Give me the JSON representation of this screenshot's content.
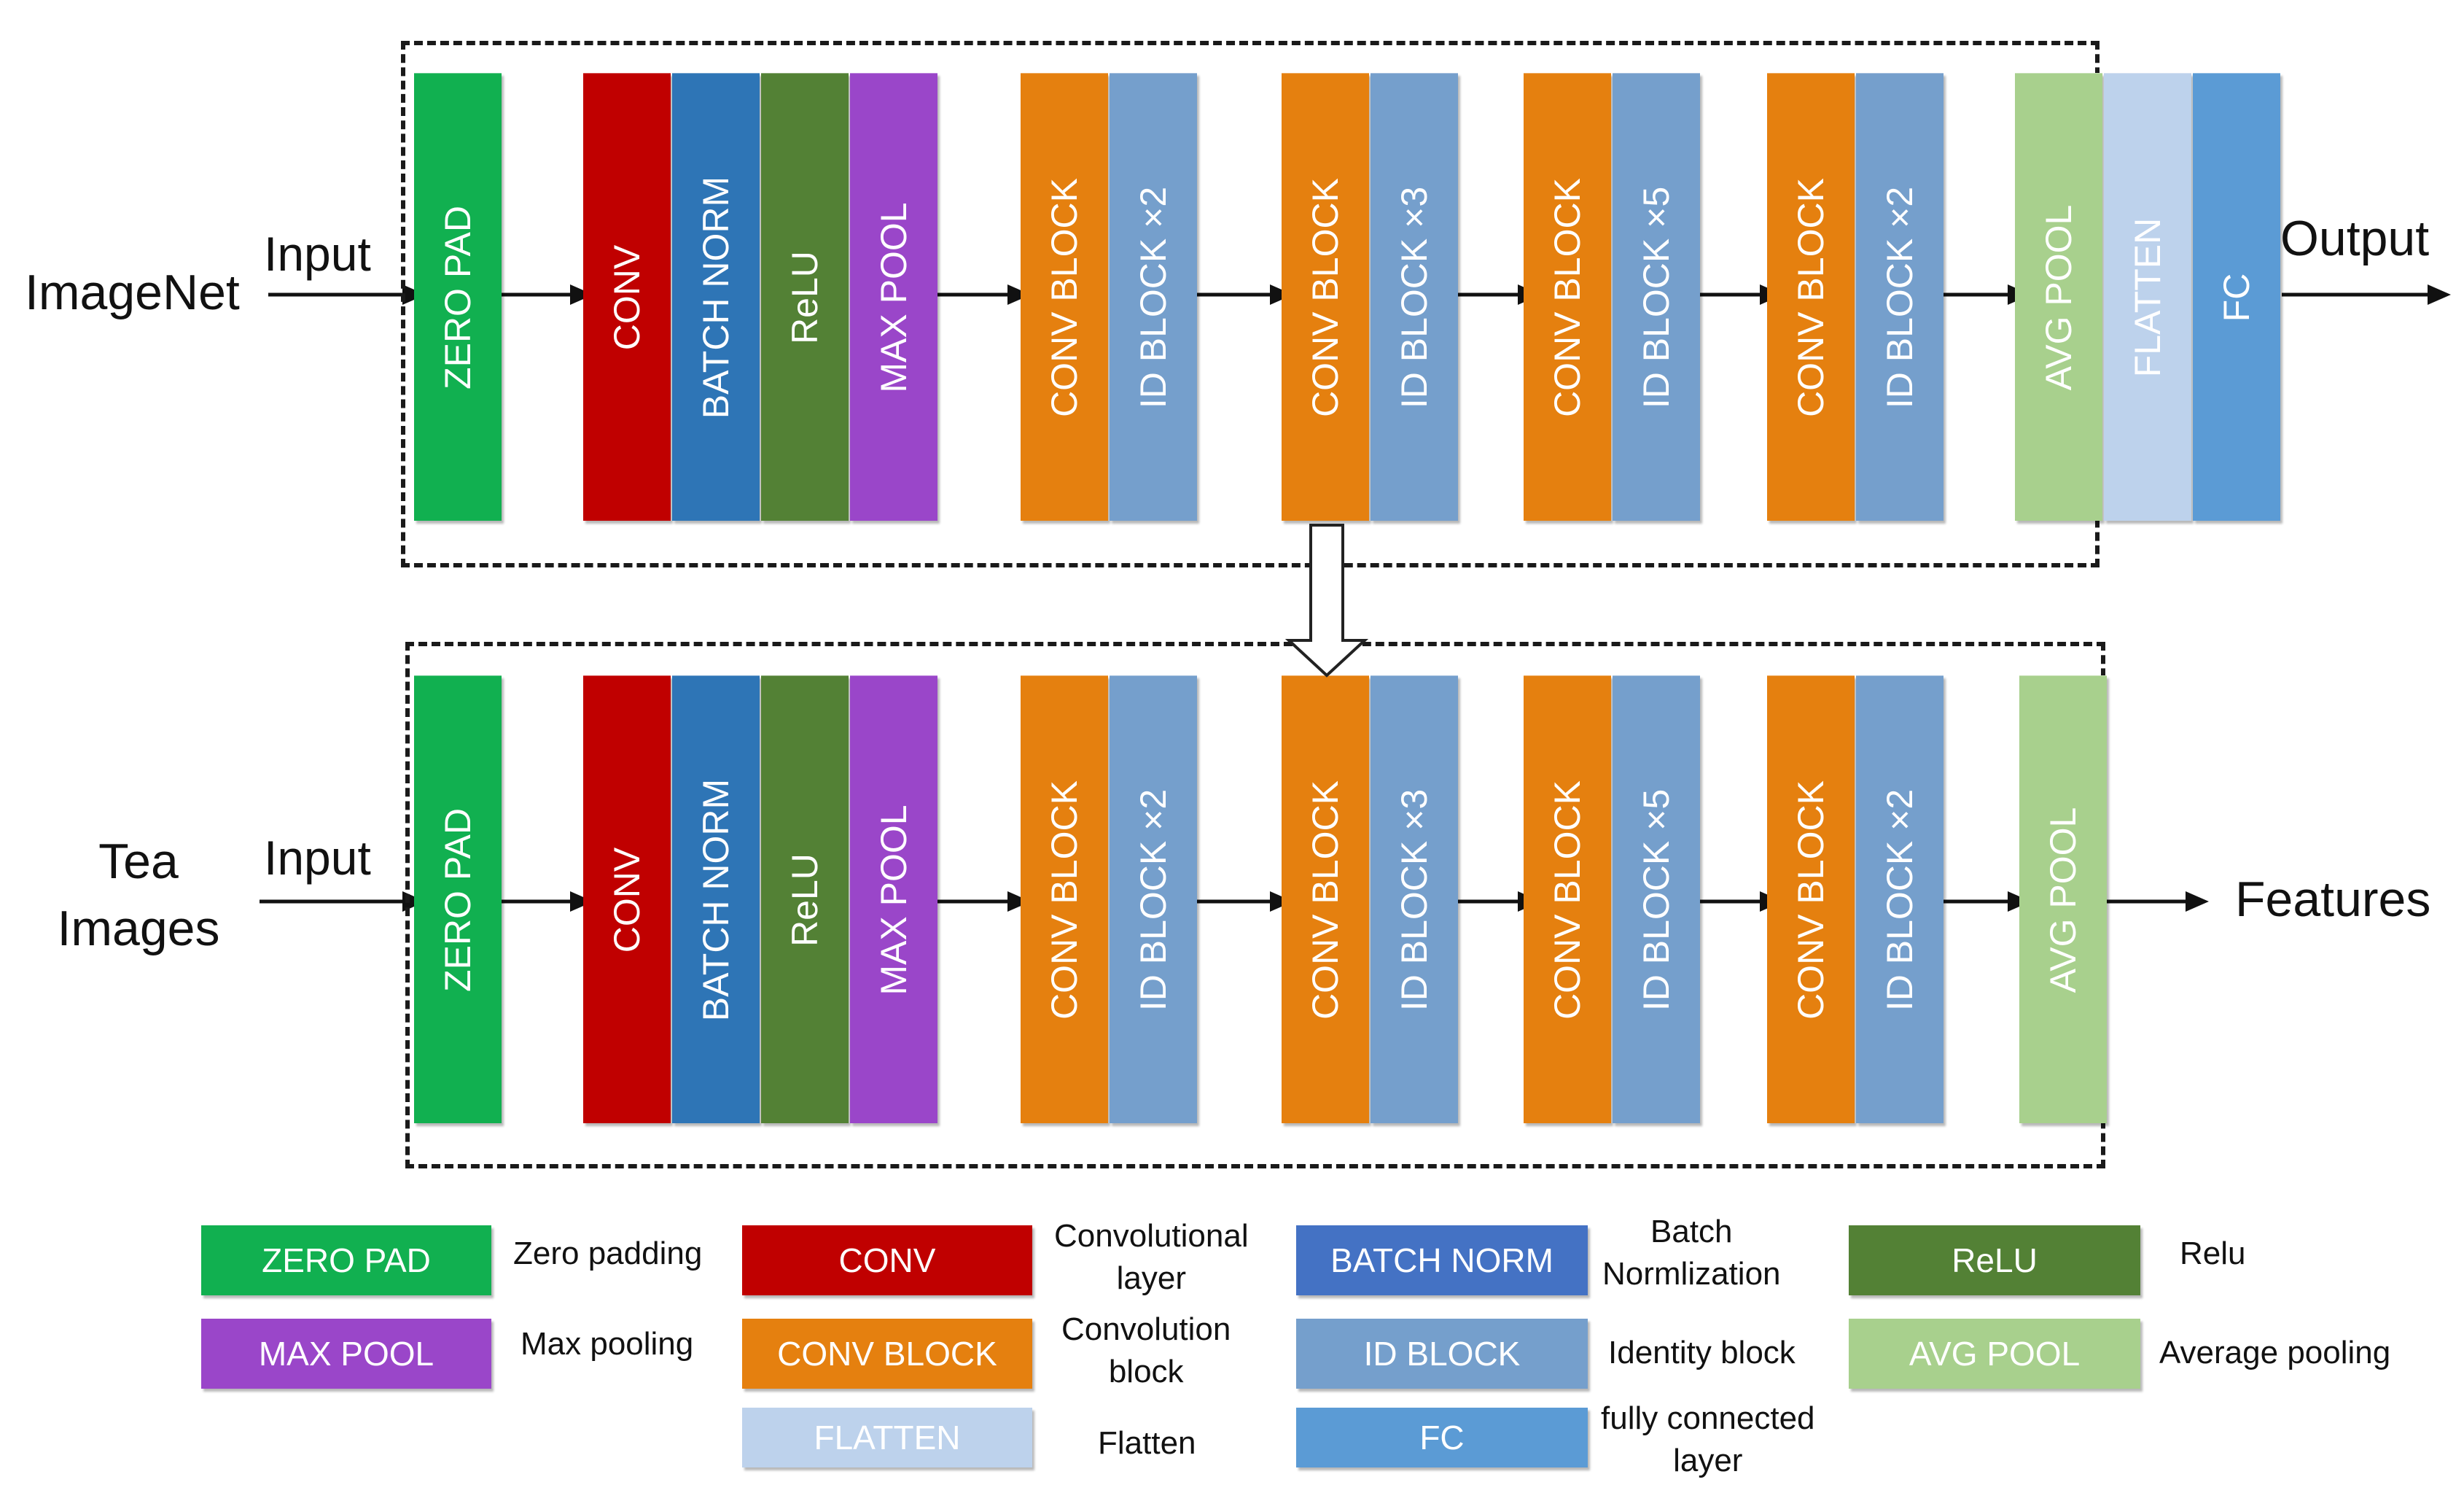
{
  "top_row": {
    "source_label": "ImageNet",
    "input_label": "Input",
    "output_label": "Output",
    "blocks": [
      {
        "label": "ZERO PAD",
        "color": "#11b050"
      },
      {
        "label": "CONV",
        "color": "#c00000"
      },
      {
        "label": "BATCH NORM",
        "color": "#2e75b6"
      },
      {
        "label": "ReLU",
        "color": "#538135"
      },
      {
        "label": "MAX POOL",
        "color": "#9a46c9"
      },
      {
        "label": "CONV BLOCK",
        "color": "#e5800f"
      },
      {
        "label": "ID BLOCK ×2",
        "color": "#759fcc"
      },
      {
        "label": "CONV BLOCK",
        "color": "#e5800f"
      },
      {
        "label": "ID BLOCK ×3",
        "color": "#759fcc"
      },
      {
        "label": "CONV BLOCK",
        "color": "#e5800f"
      },
      {
        "label": "ID BLOCK ×5",
        "color": "#759fcc"
      },
      {
        "label": "CONV BLOCK",
        "color": "#e5800f"
      },
      {
        "label": "ID BLOCK ×2",
        "color": "#759fcc"
      },
      {
        "label": "AVG POOL",
        "color": "#a8d08d"
      },
      {
        "label": "FLATTEN",
        "color": "#bdd2ec"
      },
      {
        "label": "FC",
        "color": "#5b9bd5"
      }
    ]
  },
  "bottom_row": {
    "source_label_line1": "Tea",
    "source_label_line2": "Images",
    "input_label": "Input",
    "output_label": "Features",
    "blocks": [
      {
        "label": "ZERO PAD",
        "color": "#11b050"
      },
      {
        "label": "CONV",
        "color": "#c00000"
      },
      {
        "label": "BATCH NORM",
        "color": "#2e75b6"
      },
      {
        "label": "ReLU",
        "color": "#538135"
      },
      {
        "label": "MAX POOL",
        "color": "#9a46c9"
      },
      {
        "label": "CONV BLOCK",
        "color": "#e5800f"
      },
      {
        "label": "ID BLOCK ×2",
        "color": "#759fcc"
      },
      {
        "label": "CONV BLOCK",
        "color": "#e5800f"
      },
      {
        "label": "ID BLOCK ×3",
        "color": "#759fcc"
      },
      {
        "label": "CONV BLOCK",
        "color": "#e5800f"
      },
      {
        "label": "ID BLOCK ×5",
        "color": "#759fcc"
      },
      {
        "label": "CONV BLOCK",
        "color": "#e5800f"
      },
      {
        "label": "ID BLOCK ×2",
        "color": "#759fcc"
      },
      {
        "label": "AVG POOL",
        "color": "#a8d08d"
      }
    ]
  },
  "legend": [
    {
      "key": "ZERO PAD",
      "color": "#11b050",
      "desc_line1": "Zero padding",
      "desc_line2": ""
    },
    {
      "key": "CONV",
      "color": "#c00000",
      "desc_line1": "Convolutional",
      "desc_line2": "layer"
    },
    {
      "key": "BATCH NORM",
      "color": "#4472c4",
      "desc_line1": "Batch",
      "desc_line2": "Normlization"
    },
    {
      "key": "ReLU",
      "color": "#538135",
      "desc_line1": "Relu",
      "desc_line2": ""
    },
    {
      "key": "MAX POOL",
      "color": "#9a46c9",
      "desc_line1": "Max pooling",
      "desc_line2": ""
    },
    {
      "key": "CONV BLOCK",
      "color": "#e5800f",
      "desc_line1": "Convolution",
      "desc_line2": "block"
    },
    {
      "key": "ID BLOCK",
      "color": "#759fcc",
      "desc_line1": "Identity block",
      "desc_line2": ""
    },
    {
      "key": "AVG POOL",
      "color": "#a8d08d",
      "desc_line1": "Average pooling",
      "desc_line2": ""
    },
    {
      "key": "FLATTEN",
      "color": "#bdd2ec",
      "desc_line1": "Flatten",
      "desc_line2": ""
    },
    {
      "key": "FC",
      "color": "#5b9bd5",
      "desc_line1": "fully connected",
      "desc_line2": "layer"
    }
  ]
}
